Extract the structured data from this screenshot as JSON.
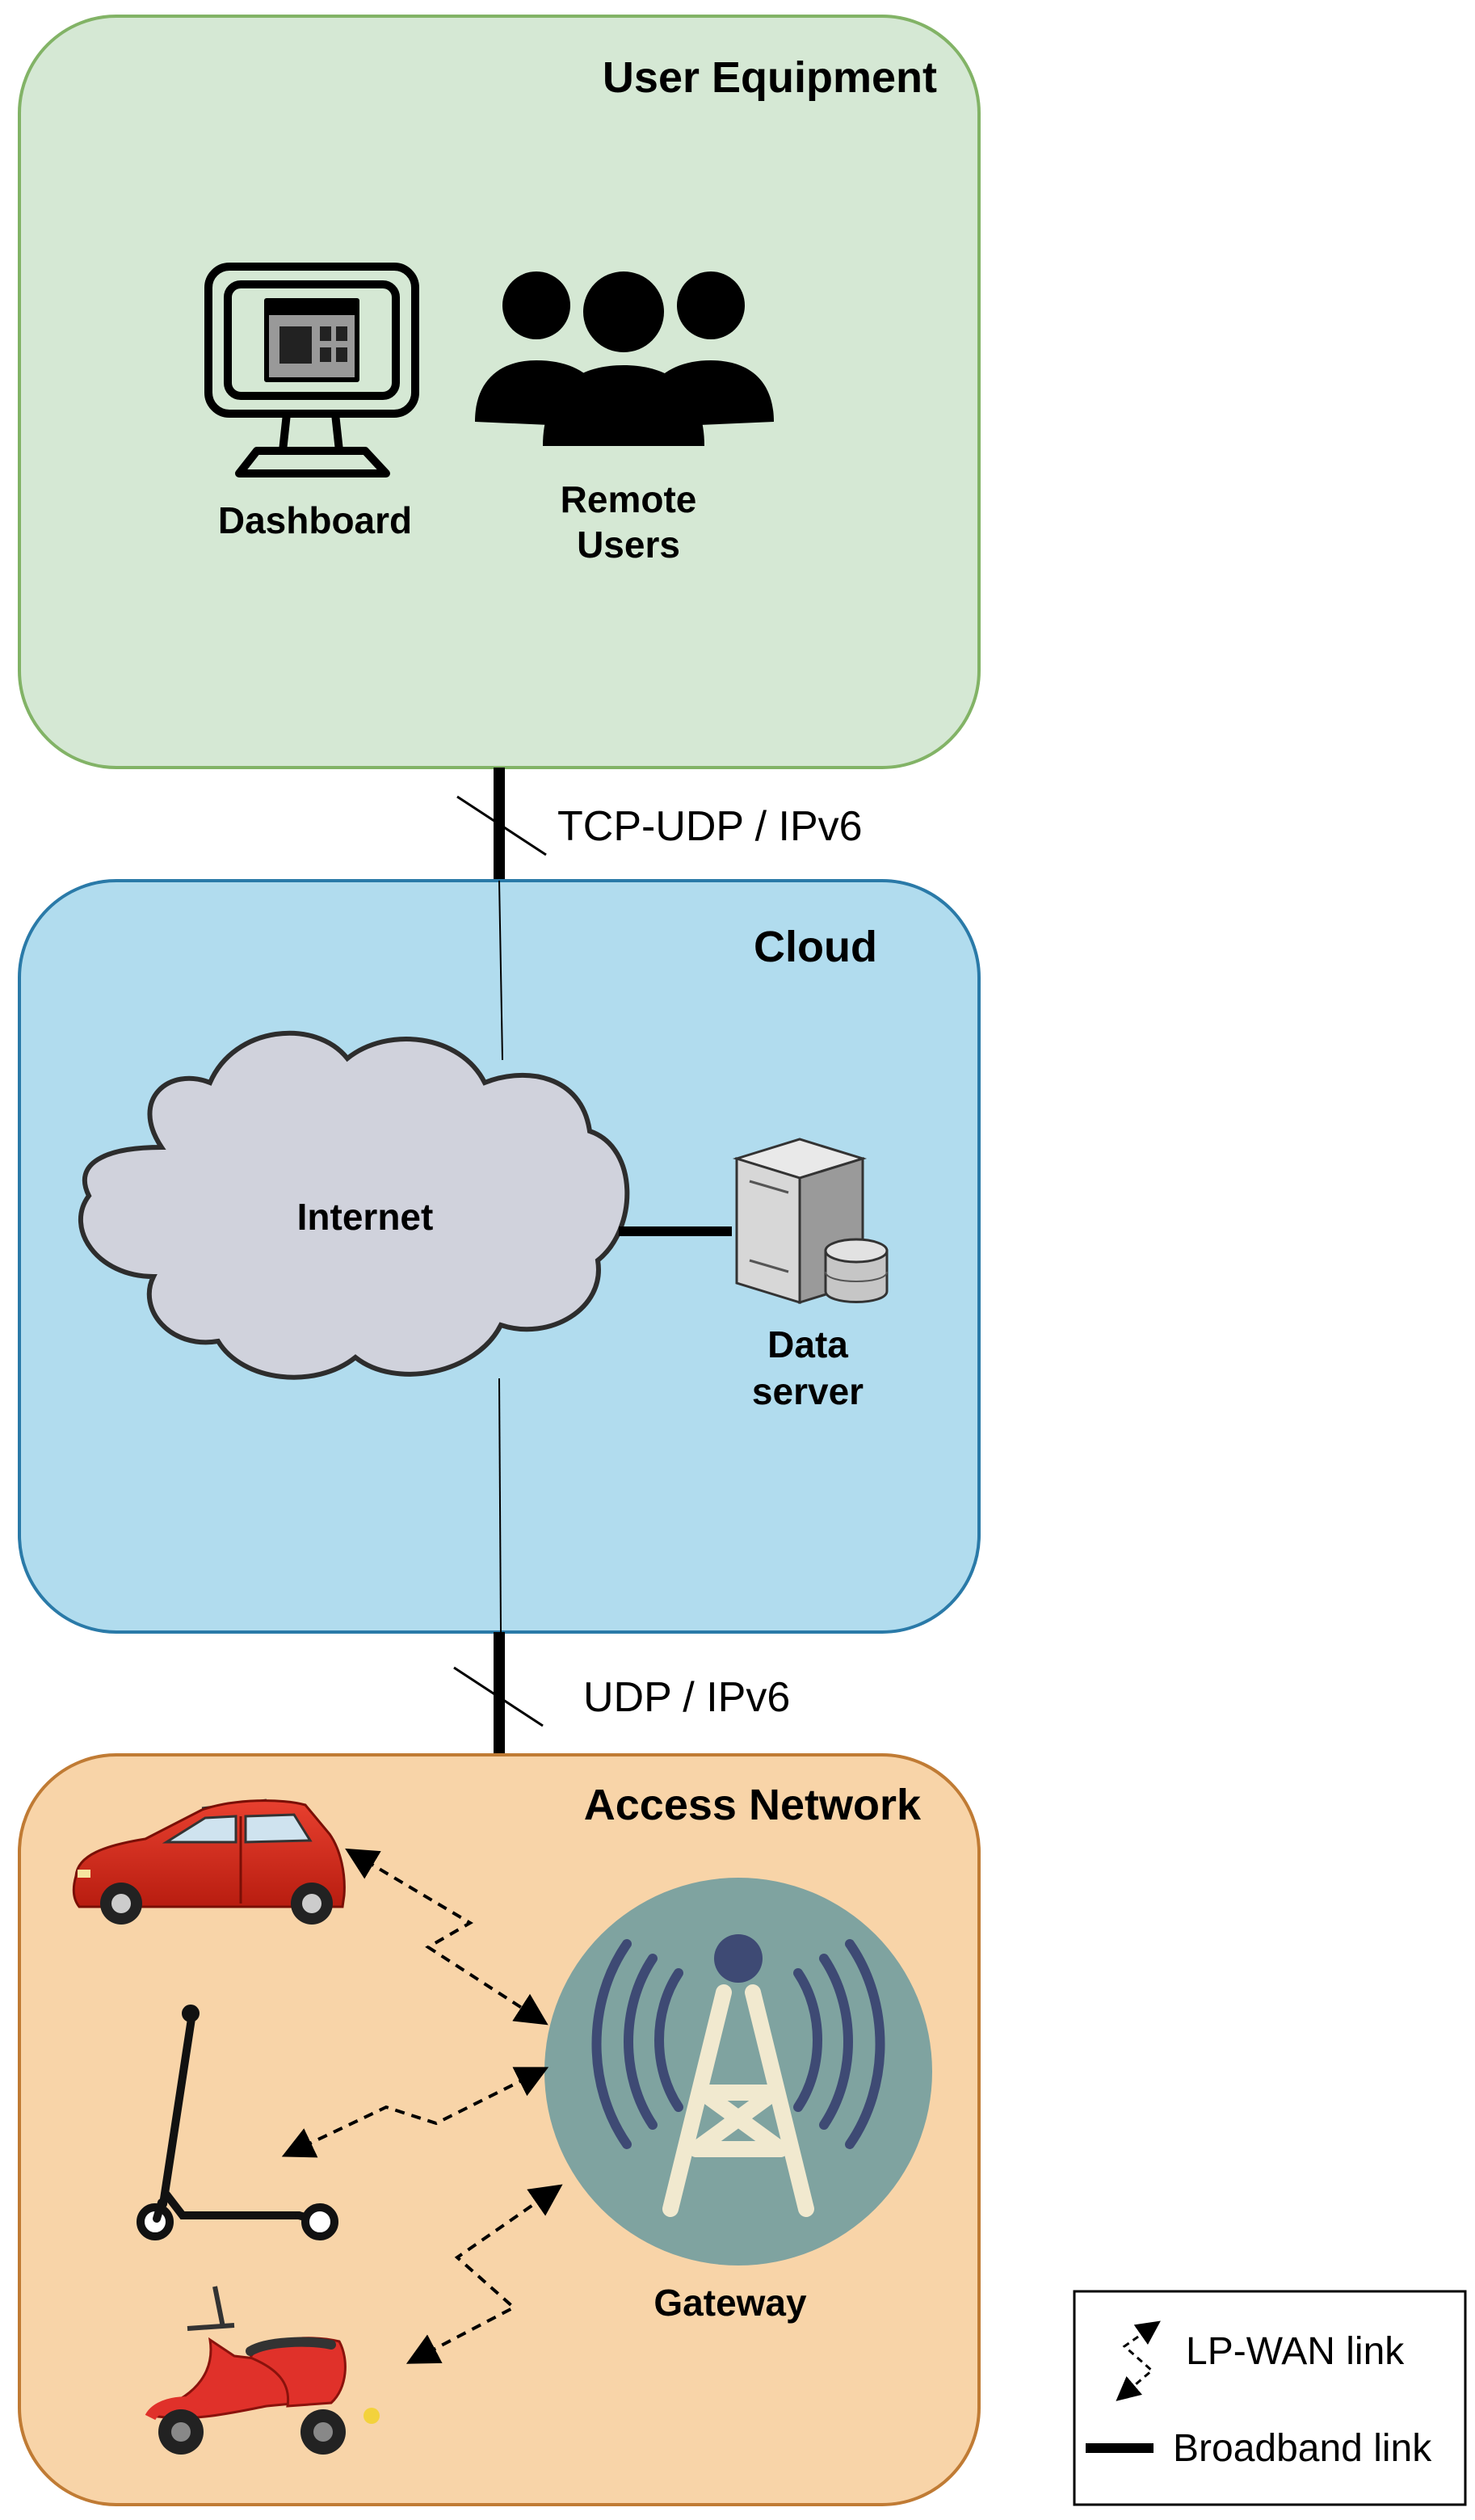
{
  "zones": {
    "user_equipment": {
      "title": "User Equipment"
    },
    "cloud": {
      "title": "Cloud"
    },
    "access_network": {
      "title": "Access Network"
    }
  },
  "nodes": {
    "dashboard": {
      "label": "Dashboard",
      "icon": "monitor-icon"
    },
    "remote_users": {
      "label_line1": "Remote",
      "label_line2": "Users",
      "icon": "users-icon"
    },
    "internet": {
      "label": "Internet",
      "icon": "cloud-icon"
    },
    "data_server": {
      "label_line1": "Data",
      "label_line2": "server",
      "icon": "server-icon"
    },
    "gateway": {
      "label": "Gateway",
      "icon": "antenna-tower-icon"
    },
    "car": {
      "icon": "car-icon"
    },
    "kick_scooter": {
      "icon": "kick-scooter-icon"
    },
    "moped": {
      "icon": "moped-icon"
    }
  },
  "links": {
    "upper": {
      "label": "TCP-UDP / IPv6"
    },
    "lower": {
      "label": "UDP / IPv6"
    }
  },
  "legend": {
    "lpwan": "LP-WAN link",
    "broadband": "Broadband link"
  },
  "colors": {
    "user_equipment_fill": "#d5e8d4",
    "user_equipment_stroke": "#82b366",
    "cloud_fill": "#b1dcee",
    "cloud_stroke": "#2a7aa8",
    "access_fill": "#f8d4a8",
    "access_stroke": "#c07b34",
    "gateway_circle": "#7fa3a0"
  }
}
